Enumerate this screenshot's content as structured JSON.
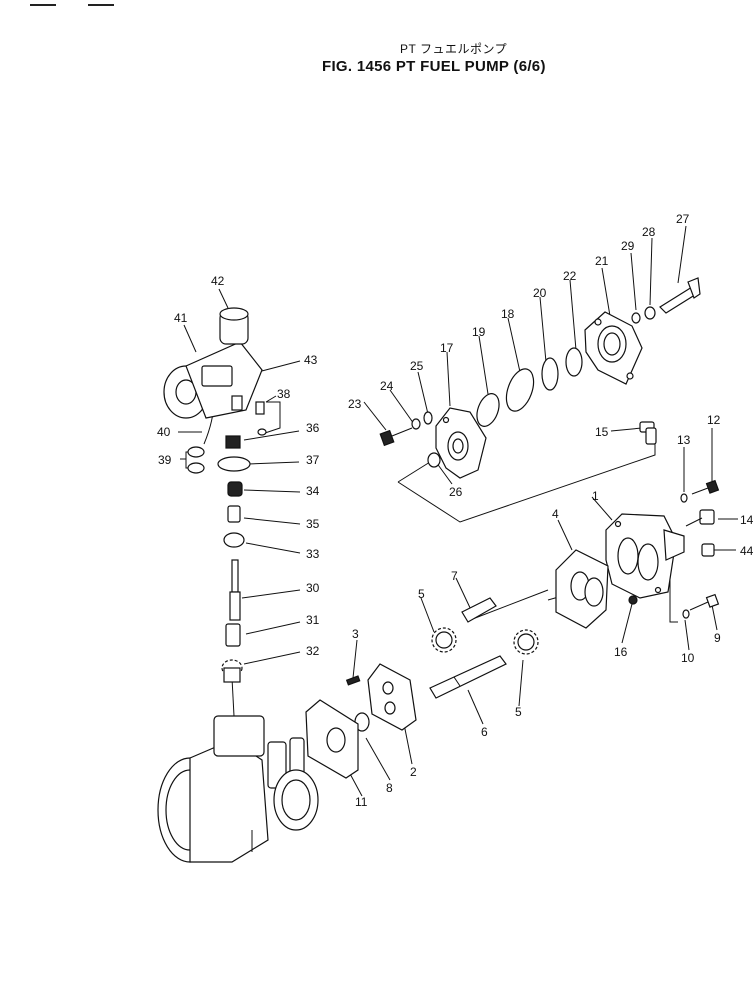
{
  "header": {
    "title_jp": "PT フュエルポンプ",
    "title": "FIG. 1456  PT FUEL PUMP (6/6)"
  },
  "callouts": [
    "1",
    "2",
    "3",
    "4",
    "5",
    "5",
    "6",
    "7",
    "8",
    "9",
    "10",
    "11",
    "12",
    "13",
    "14",
    "15",
    "16",
    "17",
    "18",
    "19",
    "20",
    "21",
    "22",
    "23",
    "24",
    "25",
    "26",
    "27",
    "28",
    "29",
    "30",
    "31",
    "32",
    "33",
    "34",
    "35",
    "36",
    "37",
    "38",
    "39",
    "40",
    "41",
    "42",
    "43",
    "44"
  ]
}
